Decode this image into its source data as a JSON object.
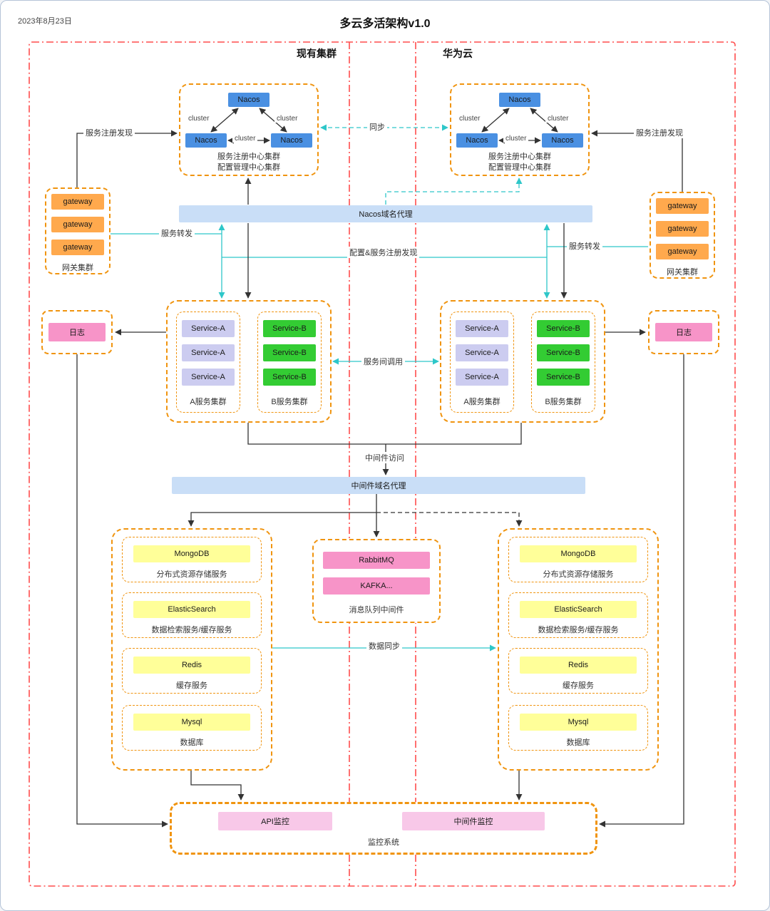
{
  "header": {
    "date": "2023年8月23日",
    "title": "多云多活架构v1.0"
  },
  "regions": {
    "left": "现有集群",
    "right": "华为云"
  },
  "nodes": {
    "nacos": "Nacos",
    "gateway": "gateway",
    "service_a": "Service-A",
    "service_b": "Service-B",
    "log": "日志"
  },
  "nacos_cluster": {
    "edge": "cluster",
    "caption_line1": "服务注册中心集群",
    "caption_line2": "配置管理中心集群"
  },
  "gateway_cluster": {
    "caption": "网关集群"
  },
  "service_cluster": {
    "a_caption": "A服务集群",
    "b_caption": "B服务集群"
  },
  "proxies": {
    "nacos": "Nacos域名代理",
    "middleware": "中间件域名代理"
  },
  "middleware": {
    "items": [
      {
        "name": "MongoDB",
        "caption": "分布式资源存储服务"
      },
      {
        "name": "ElasticSearch",
        "caption": "数据检索服务/缓存服务"
      },
      {
        "name": "Redis",
        "caption": "缓存服务"
      },
      {
        "name": "Mysql",
        "caption": "数据库"
      }
    ],
    "mq": {
      "items": [
        "RabbitMQ",
        "KAFKA..."
      ],
      "caption": "消息队列中间件"
    }
  },
  "monitoring": {
    "api": "API监控",
    "middleware": "中间件监控",
    "caption": "监控系统"
  },
  "edges": {
    "register_discovery": "服务注册发现",
    "sync": "同步",
    "forward": "服务转发",
    "config_register": "配置&服务注册发现",
    "inter_service_call": "服务间调用",
    "middleware_access": "中间件访问",
    "data_sync": "数据同步"
  },
  "colors": {
    "nacos_node": "#4a90e2",
    "gateway_node": "#ffa94d",
    "service_a_node": "#ccccf0",
    "service_b_node": "#33cc33",
    "log_node": "#f794c8",
    "middleware_pill": "#ffff99",
    "mq_pill": "#f794c8",
    "monitor_pill": "#f8c8e8",
    "proxy_bar": "#c9def7",
    "group_border": "#f0940f",
    "region_border": "#ff4d4d",
    "sync_line": "#2ec7c9",
    "line": "#333333"
  }
}
